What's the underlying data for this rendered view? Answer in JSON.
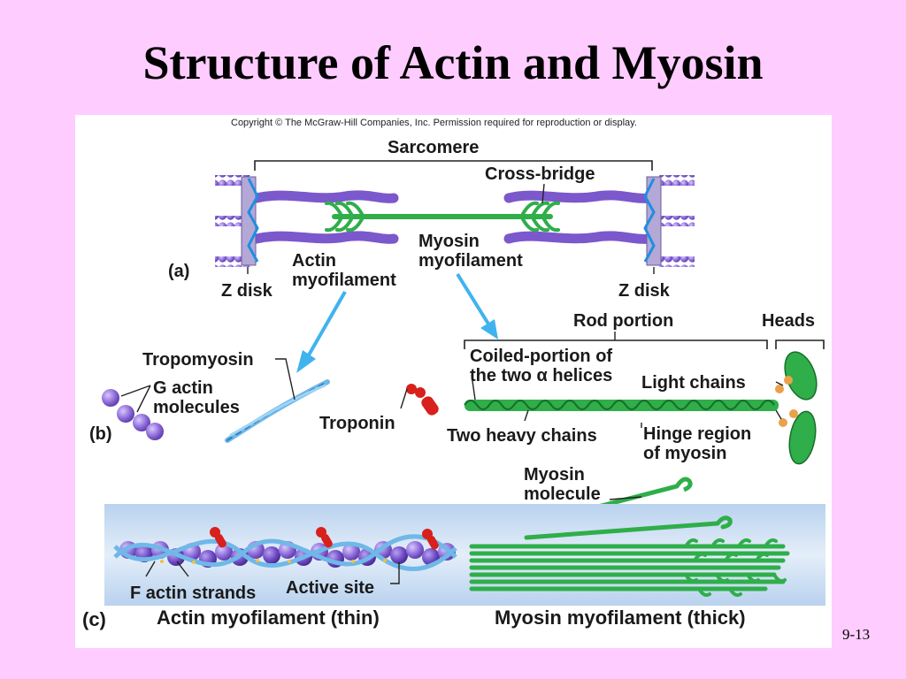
{
  "slide": {
    "title": "Structure of Actin and Myosin",
    "number": "9-13"
  },
  "figure": {
    "copyright": "Copyright © The McGraw-Hill Companies, Inc. Permission required for reproduction or display.",
    "panel_a": {
      "letter": "(a)",
      "sarcomere": "Sarcomere",
      "cross_bridge": "Cross-bridge",
      "actin_myofilament": "Actin\nmyofilament",
      "myosin_myofilament": "Myosin\nmyofilament",
      "z_disk_left": "Z disk",
      "z_disk_right": "Z disk"
    },
    "panel_b": {
      "letter": "(b)",
      "tropomyosin": "Tropomyosin",
      "g_actin": "G actin\nmolecules",
      "troponin": "Troponin",
      "rod_portion": "Rod portion",
      "heads": "Heads",
      "coiled_portion": "Coiled-portion of\nthe two α helices",
      "light_chains": "Light chains",
      "two_heavy_chains": "Two heavy chains",
      "hinge_region": "Hinge region\nof myosin",
      "myosin_molecule": "Myosin\nmolecule"
    },
    "panel_c": {
      "letter": "(c)",
      "f_actin": "F actin strands",
      "active_site": "Active site",
      "actin_thin": "Actin myofilament (thin)",
      "myosin_thick": "Myosin myofilament (thick)"
    }
  },
  "colors": {
    "background": "#ffccff",
    "actin_purple": "#8c6ad8",
    "myosin_green": "#2fae4a",
    "troponin_red": "#d8201c",
    "tropomyosin_blue": "#6fb8e8",
    "z_disk": "#b3a8d6",
    "panel_c_band": "#c9dcf2"
  }
}
